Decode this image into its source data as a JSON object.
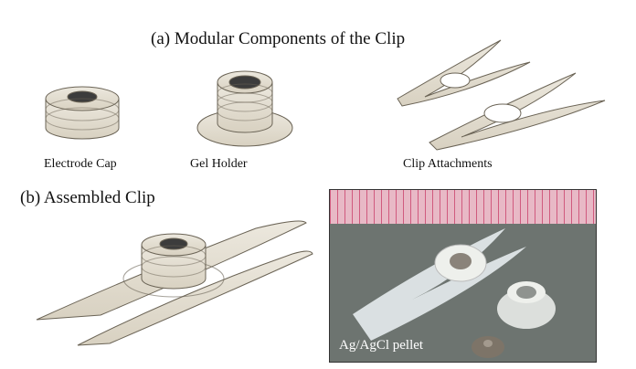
{
  "figure": {
    "panel_a_title": "(a) Modular Components of the Clip",
    "components": [
      "Electrode Cap",
      "Gel Holder",
      "Clip Attachments"
    ],
    "panel_b_title": "(b) Assembled Clip",
    "photo_caption": "Ag/AgCl pellet"
  },
  "colors": {
    "part_fill": "#e4ded0",
    "part_stroke": "#6b6456",
    "photo_bg": "#6d7470"
  }
}
